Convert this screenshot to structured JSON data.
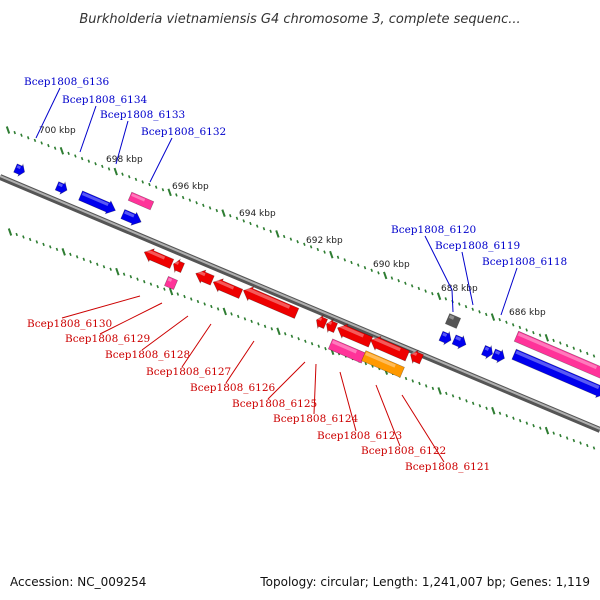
{
  "title": "Burkholderia vietnamiensis G4 chromosome 3, complete sequenc...",
  "footer": {
    "accession": "Accession: NC_009254",
    "topology": "Topology: circular; Length: 1,241,007 bp; Genes: 1,119"
  },
  "colors": {
    "backbone": "#808080",
    "ticks": "#2e7d32",
    "forward_label": "#0000cc",
    "reverse_label": "#cc0000",
    "blue_gene": "#0000ee",
    "red_gene": "#ee0000",
    "pink_gene": "#ff3399",
    "orange_gene": "#ff9900",
    "gray_gene": "#555555"
  },
  "scale": {
    "unit": "kbp",
    "labels": [
      "700 kbp",
      "698 kbp",
      "696 kbp",
      "694 kbp",
      "692 kbp",
      "690 kbp",
      "688 kbp",
      "686 kbp"
    ]
  },
  "forward_genes": [
    "Bcep1808_6136",
    "Bcep1808_6134",
    "Bcep1808_6133",
    "Bcep1808_6132",
    "Bcep1808_6120",
    "Bcep1808_6119",
    "Bcep1808_6118"
  ],
  "reverse_genes": [
    "Bcep1808_6130",
    "Bcep1808_6129",
    "Bcep1808_6128",
    "Bcep1808_6127",
    "Bcep1808_6126",
    "Bcep1808_6125",
    "Bcep1808_6124",
    "Bcep1808_6123",
    "Bcep1808_6122",
    "Bcep1808_6121"
  ]
}
